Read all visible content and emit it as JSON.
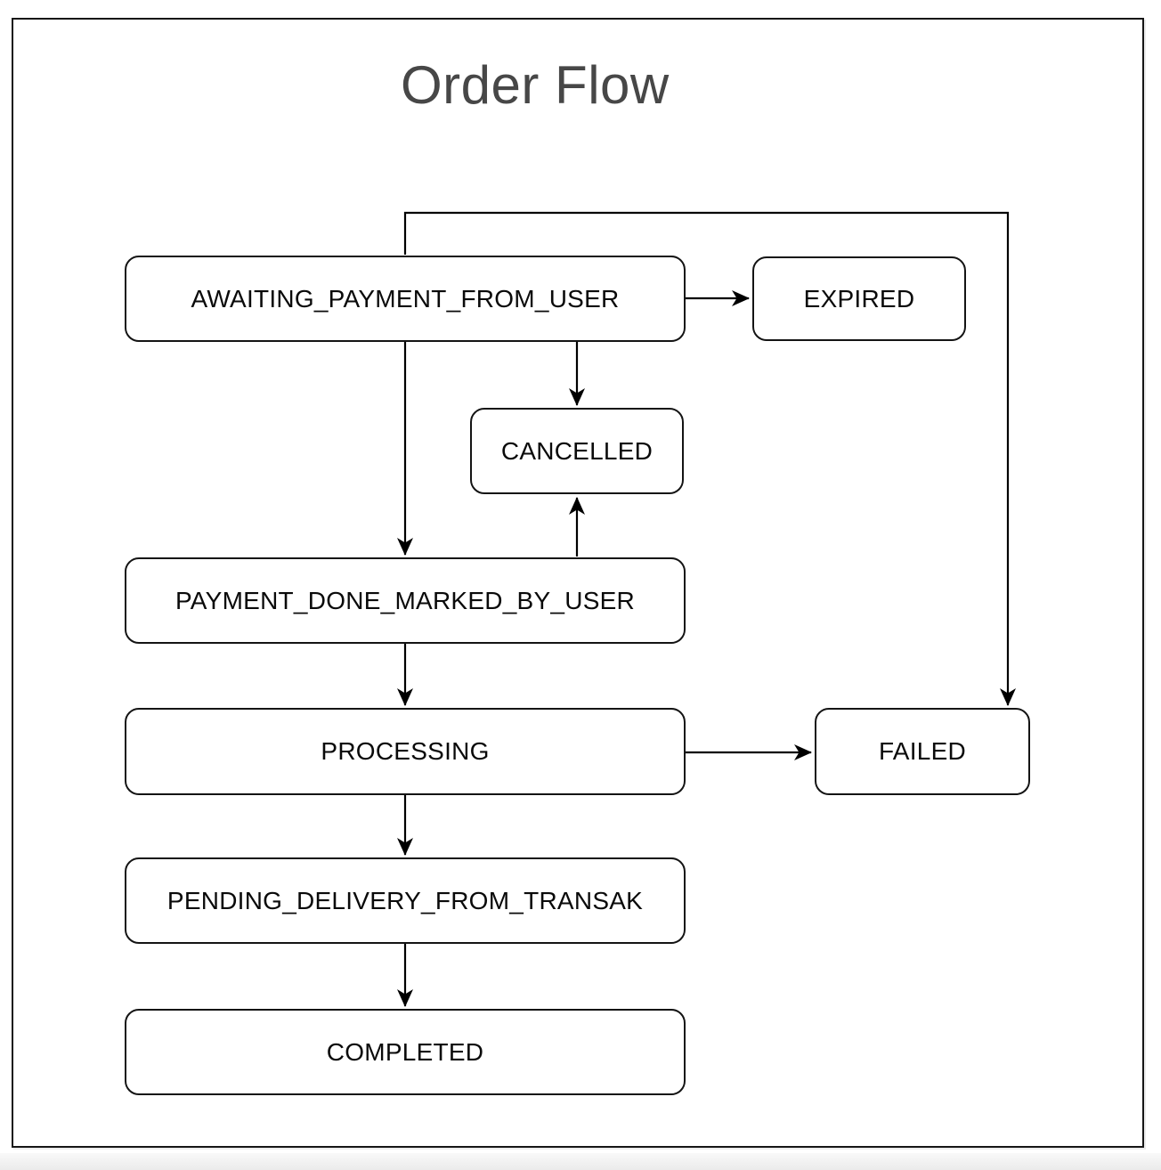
{
  "diagram": {
    "title": "Order Flow",
    "title_color": "#474747",
    "stroke_color": "#000000",
    "node_fill": "#ffffff",
    "node_border_color": "#141414",
    "nodes": [
      {
        "id": "awaiting_payment_from_user",
        "label": "AWAITING_PAYMENT_FROM_USER"
      },
      {
        "id": "expired",
        "label": "EXPIRED"
      },
      {
        "id": "cancelled",
        "label": "CANCELLED"
      },
      {
        "id": "payment_done_marked_by_user",
        "label": "PAYMENT_DONE_MARKED_BY_USER"
      },
      {
        "id": "processing",
        "label": "PROCESSING"
      },
      {
        "id": "failed",
        "label": "FAILED"
      },
      {
        "id": "pending_delivery_from_transak",
        "label": "PENDING_DELIVERY_FROM_TRANSAK"
      },
      {
        "id": "completed",
        "label": "COMPLETED"
      }
    ],
    "edges": [
      {
        "from": "AWAITING_PAYMENT_FROM_USER",
        "to": "EXPIRED"
      },
      {
        "from": "AWAITING_PAYMENT_FROM_USER",
        "to": "FAILED"
      },
      {
        "from": "AWAITING_PAYMENT_FROM_USER",
        "to": "CANCELLED"
      },
      {
        "from": "AWAITING_PAYMENT_FROM_USER",
        "to": "PAYMENT_DONE_MARKED_BY_USER"
      },
      {
        "from": "PAYMENT_DONE_MARKED_BY_USER",
        "to": "CANCELLED"
      },
      {
        "from": "PAYMENT_DONE_MARKED_BY_USER",
        "to": "PROCESSING"
      },
      {
        "from": "PROCESSING",
        "to": "FAILED"
      },
      {
        "from": "PROCESSING",
        "to": "PENDING_DELIVERY_FROM_TRANSAK"
      },
      {
        "from": "PENDING_DELIVERY_FROM_TRANSAK",
        "to": "COMPLETED"
      }
    ]
  }
}
